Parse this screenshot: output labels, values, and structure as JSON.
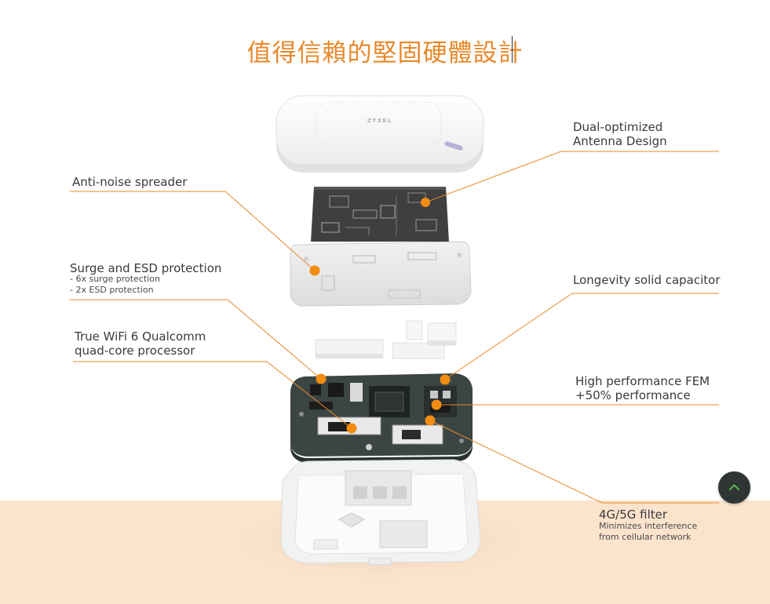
{
  "page": {
    "title": "值得信賴的堅固硬體設計",
    "accent_color": "#e8882a",
    "band_color": "#fbe3cc"
  },
  "device": {
    "brand": "ZYXEL"
  },
  "callouts": {
    "antenna": {
      "line1": "Dual-optimized",
      "line2": "Antenna Design"
    },
    "spreader": {
      "label": "Anti-noise spreader"
    },
    "surge": {
      "label": "Surge and ESD protection",
      "detail1": "- 6x surge protection",
      "detail2": "- 2x ESD protection"
    },
    "capacitor": {
      "label": "Longevity solid capacitor"
    },
    "processor": {
      "line1": "True WiFi 6 Qualcomm",
      "line2": "quad-core processor"
    },
    "fem": {
      "line1": "High performance FEM",
      "line2": "+50% performance"
    },
    "filter": {
      "label": "4G/5G filter",
      "detail1": "Minimizes interference",
      "detail2": "from cellular network"
    }
  },
  "controls": {
    "scroll_top_icon": "chevron-up-icon"
  }
}
